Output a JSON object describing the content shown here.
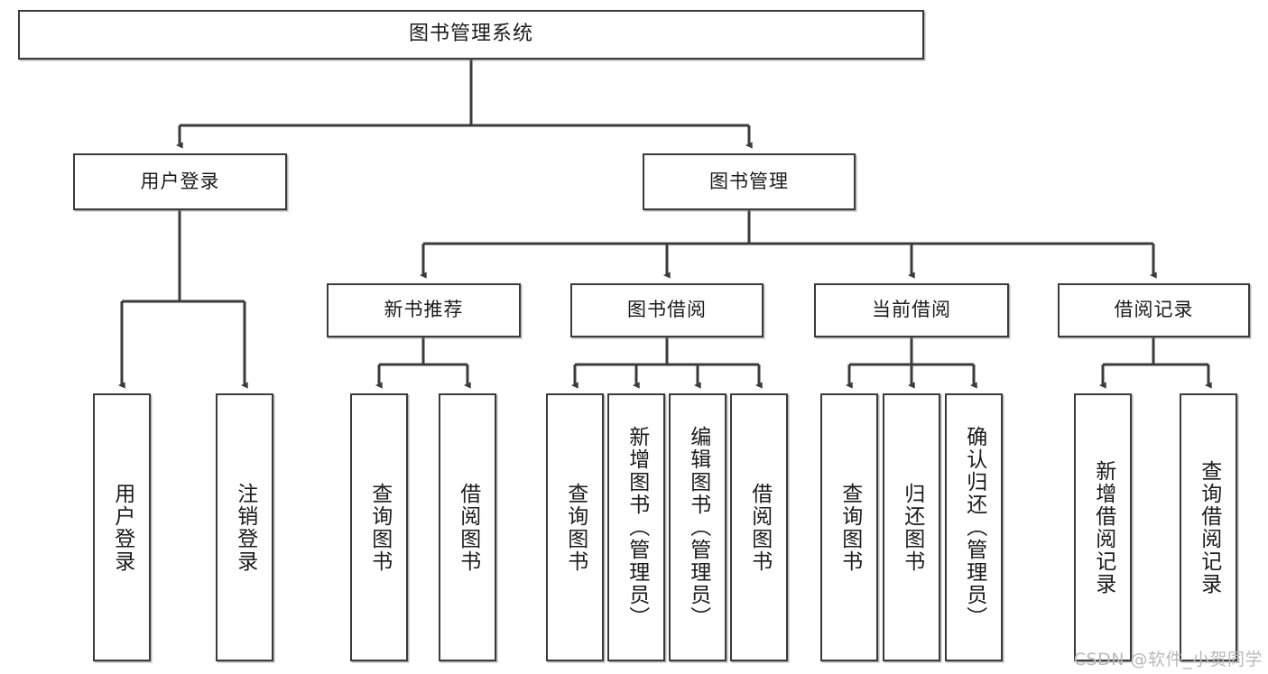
{
  "diagram": {
    "title": "图书管理系统",
    "type": "tree",
    "watermark": "CSDN @软件_小贺同学",
    "colors": {
      "node_border": "#3b3b3b",
      "node_fill": "#ffffff",
      "link": "#3b3b3b",
      "text": "#1b1b1b",
      "watermark": "#b9b9b9"
    },
    "root": {
      "label": "图书管理系统"
    },
    "level2": [
      {
        "label": "用户登录"
      },
      {
        "label": "图书管理"
      }
    ],
    "level3": [
      {
        "label": "新书推荐"
      },
      {
        "label": "图书借阅"
      },
      {
        "label": "当前借阅"
      },
      {
        "label": "借阅记录"
      }
    ],
    "leaves": {
      "user_login": [
        {
          "label": "用户登录"
        },
        {
          "label": "注销登录"
        }
      ],
      "new_book": [
        {
          "label": "查询图书"
        },
        {
          "label": "借阅图书"
        }
      ],
      "borrow_book": [
        {
          "label": "查询图书"
        },
        {
          "label": "新增图书（管理员）"
        },
        {
          "label": "编辑图书（管理员）"
        },
        {
          "label": "借阅图书"
        }
      ],
      "current_borrow": [
        {
          "label": "查询图书"
        },
        {
          "label": "归还图书"
        },
        {
          "label": "确认归还（管理员）"
        }
      ],
      "borrow_record": [
        {
          "label": "新增借阅记录"
        },
        {
          "label": "查询借阅记录"
        }
      ]
    }
  }
}
